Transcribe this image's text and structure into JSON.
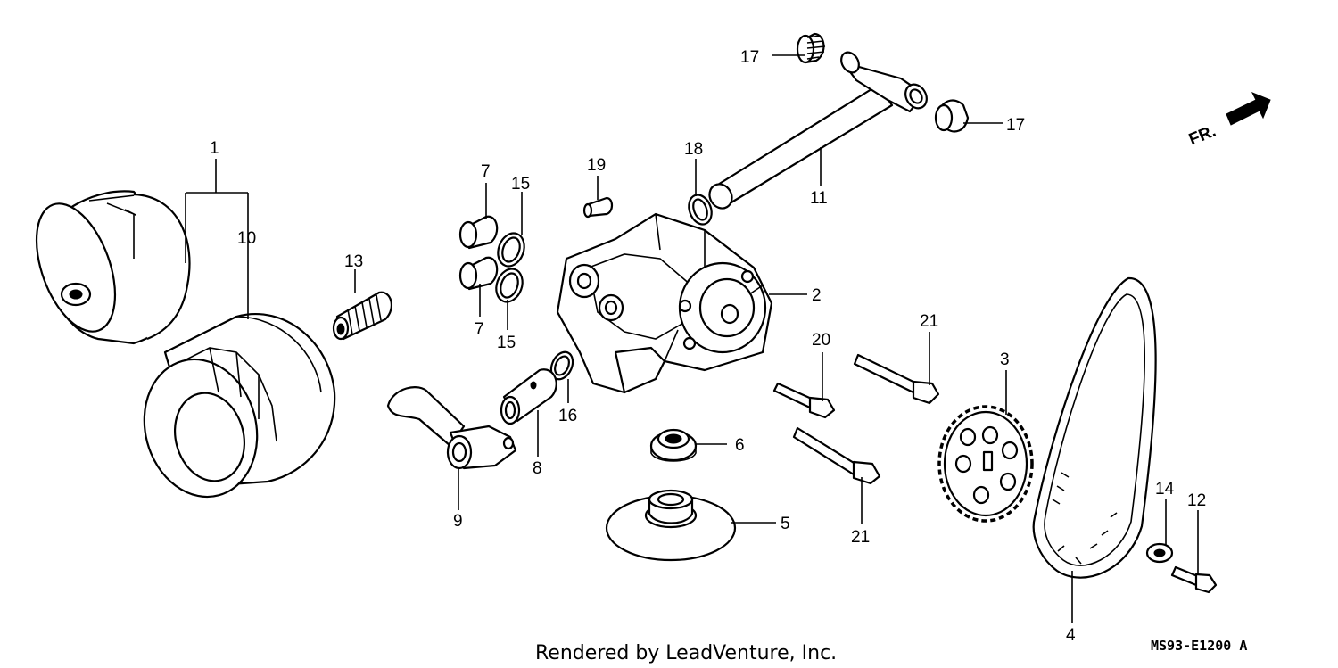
{
  "callouts": [
    {
      "id": "c1",
      "label": "1"
    },
    {
      "id": "c2",
      "label": "2"
    },
    {
      "id": "c3",
      "label": "3"
    },
    {
      "id": "c4",
      "label": "4"
    },
    {
      "id": "c5",
      "label": "5"
    },
    {
      "id": "c6",
      "label": "6"
    },
    {
      "id": "c7a",
      "label": "7"
    },
    {
      "id": "c7b",
      "label": "7"
    },
    {
      "id": "c8",
      "label": "8"
    },
    {
      "id": "c9",
      "label": "9"
    },
    {
      "id": "c10",
      "label": "10"
    },
    {
      "id": "c11",
      "label": "11"
    },
    {
      "id": "c12",
      "label": "12"
    },
    {
      "id": "c13",
      "label": "13"
    },
    {
      "id": "c14",
      "label": "14"
    },
    {
      "id": "c15a",
      "label": "15"
    },
    {
      "id": "c15b",
      "label": "15"
    },
    {
      "id": "c16",
      "label": "16"
    },
    {
      "id": "c17a",
      "label": "17"
    },
    {
      "id": "c17b",
      "label": "17"
    },
    {
      "id": "c18",
      "label": "18"
    },
    {
      "id": "c19",
      "label": "19"
    },
    {
      "id": "c20",
      "label": "20"
    },
    {
      "id": "c21a",
      "label": "21"
    },
    {
      "id": "c21b",
      "label": "21"
    }
  ],
  "direction_label": "FR.",
  "footer_text": "Rendered by LeadVenture, Inc.",
  "diagram_code": "MS93-E1200 A"
}
